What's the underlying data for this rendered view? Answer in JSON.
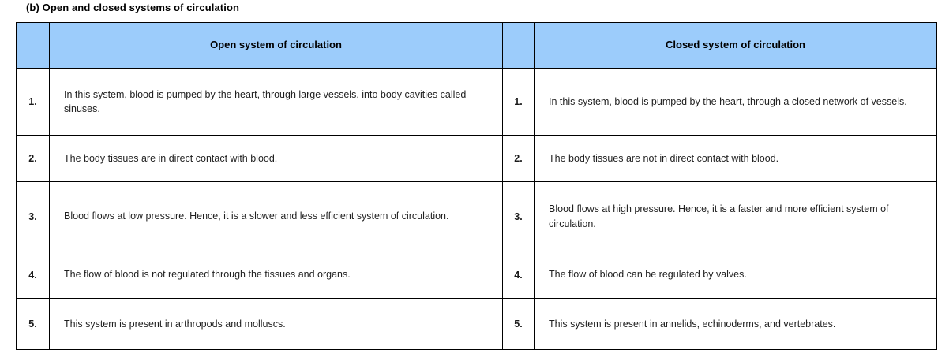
{
  "caption": "(b) Open and closed systems of circulation",
  "colors": {
    "header_blue": "#9CCCFB",
    "border": "#000000",
    "text": "#1f1f1f",
    "page_background": "#ffffff"
  },
  "table": {
    "headers": {
      "left": "Open system of circulation",
      "right": "Closed system of circulation"
    },
    "rows": [
      {
        "left_num": "1.",
        "left_text": "In this system, blood is pumped by the heart, through large vessels, into body cavities called sinuses.",
        "right_num": "1.",
        "right_text": "In this system, blood is pumped by the heart, through a closed network of vessels."
      },
      {
        "left_num": "2.",
        "left_text": "The body tissues are in direct contact with blood.",
        "right_num": "2.",
        "right_text": "The body tissues are not in direct contact with blood."
      },
      {
        "left_num": "3.",
        "left_text": "Blood flows at low pressure. Hence, it is a slower and less efficient system of circulation.",
        "right_num": "3.",
        "right_text": "Blood flows at high pressure. Hence, it is a faster and more efficient system of circulation."
      },
      {
        "left_num": "4.",
        "left_text": "The flow of blood is not regulated through the tissues and organs.",
        "right_num": "4.",
        "right_text": "The flow of blood can be regulated by valves."
      },
      {
        "left_num": "5.",
        "left_text": "This system is present in arthropods and molluscs.",
        "right_num": "5.",
        "right_text": "This system is present in annelids, echinoderms, and vertebrates."
      }
    ]
  }
}
